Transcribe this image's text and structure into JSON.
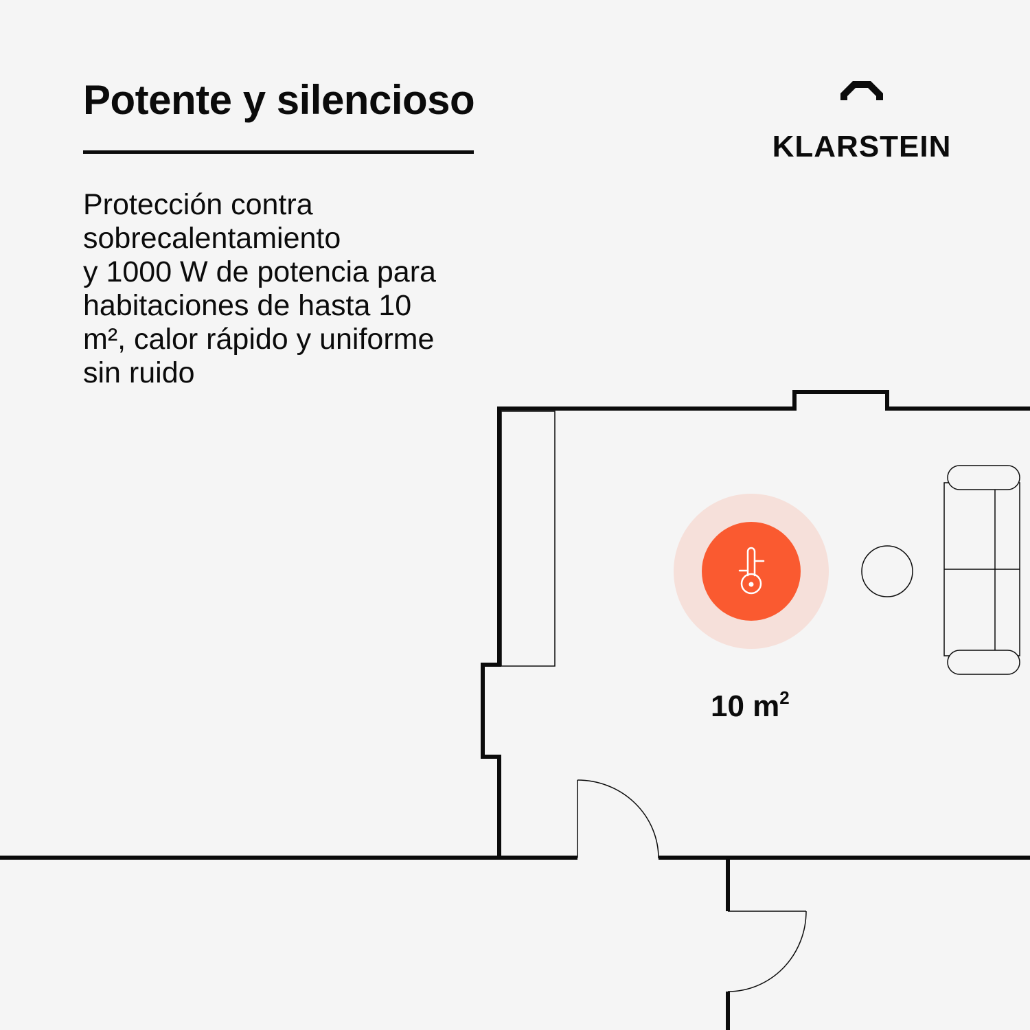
{
  "header": {
    "title": "Potente y silencioso"
  },
  "description": {
    "lines": [
      "Protección contra",
      "sobrecalentamiento",
      "y 1000 W de potencia para",
      "habitaciones de hasta 10",
      "m², calor rápido y uniforme",
      "sin ruido"
    ]
  },
  "brand": {
    "name": "KLARSTEIN",
    "logo_icon": "octagon-bracket-logo"
  },
  "floor_plan": {
    "room_area_value": "10 m",
    "room_area_superscript": "2",
    "heater_icon": "thermometer-icon",
    "heater_color": "#fa5a30",
    "heat_radius_color": "#f6e0da",
    "wall_color": "#0b0b0b",
    "background_color": "#f5f5f5"
  }
}
